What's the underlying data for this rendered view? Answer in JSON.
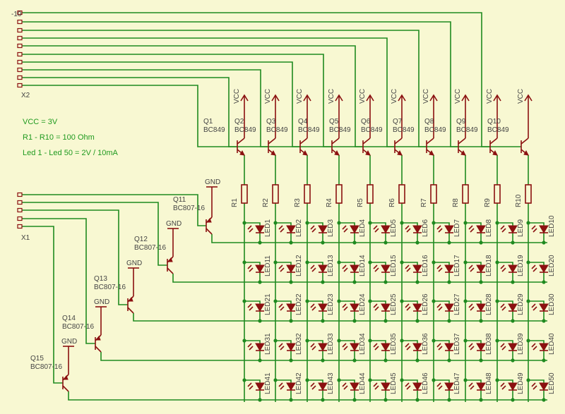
{
  "connectors": {
    "x2": {
      "label": "X2",
      "pin_label": "-10",
      "pins": 10
    },
    "x1": {
      "label": "X1",
      "pins": 5
    }
  },
  "notes": [
    "VCC = 3V",
    "R1 - R10 = 100 Ohm",
    "Led 1 - Led 50 = 2V / 10mA"
  ],
  "supply_label": "VCC",
  "ground_label": "GND",
  "column_transistors": [
    {
      "name": "Q1",
      "value": "BC849"
    },
    {
      "name": "Q2",
      "value": "BC849"
    },
    {
      "name": "Q3",
      "value": "BC849"
    },
    {
      "name": "Q4",
      "value": "BC849"
    },
    {
      "name": "Q5",
      "value": "BC849"
    },
    {
      "name": "Q6",
      "value": "BC849"
    },
    {
      "name": "Q7",
      "value": "BC849"
    },
    {
      "name": "Q8",
      "value": "BC849"
    },
    {
      "name": "Q9",
      "value": "BC849"
    },
    {
      "name": "Q10",
      "value": "BC849"
    }
  ],
  "resistors": [
    "R1",
    "R2",
    "R3",
    "R4",
    "R5",
    "R6",
    "R7",
    "R8",
    "R9",
    "R10"
  ],
  "row_transistors": [
    {
      "name": "Q11",
      "value": "BC807-16"
    },
    {
      "name": "Q12",
      "value": "BC807-16"
    },
    {
      "name": "Q13",
      "value": "BC807-16"
    },
    {
      "name": "Q14",
      "value": "BC807-16"
    },
    {
      "name": "Q15",
      "value": "BC807-16"
    }
  ],
  "led_prefix": "LED",
  "led_rows": 5,
  "led_cols": 10,
  "colors": {
    "wire": "#1f8a1f",
    "component": "#8b1010",
    "note_text": "#1f9a1f",
    "label_text": "#444444",
    "background": "#f8f8d2"
  }
}
